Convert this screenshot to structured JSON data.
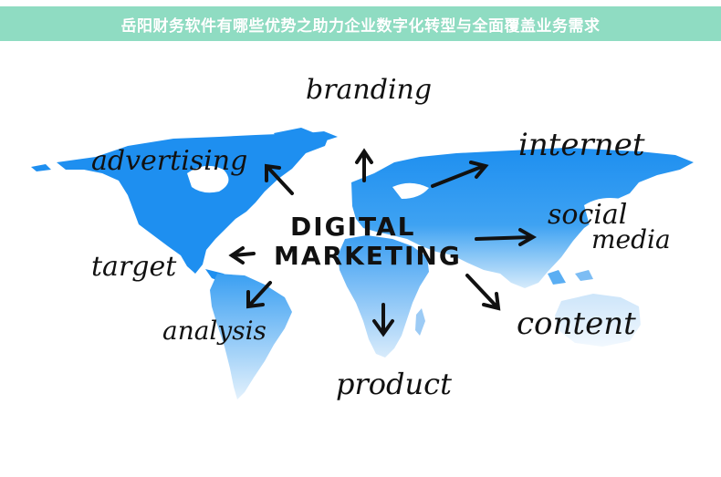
{
  "banner": {
    "title": "岳阳财务软件有哪些优势之助力企业数字化转型与全面覆盖业务需求",
    "background_color": "#8fdcc2",
    "text_color": "#ffffff"
  },
  "illustration": {
    "map_color": "#1e8ff0",
    "map_fade_color": "#cfe6fa",
    "ink_color": "#111111",
    "center_label": {
      "line1": "DIGITAL",
      "line2": "MARKETING"
    },
    "words": {
      "branding": "branding",
      "advertising": "advertising",
      "internet": "internet",
      "social": "social",
      "media": "media",
      "target": "target",
      "analysis": "analysis",
      "content": "content",
      "product": "product"
    }
  }
}
